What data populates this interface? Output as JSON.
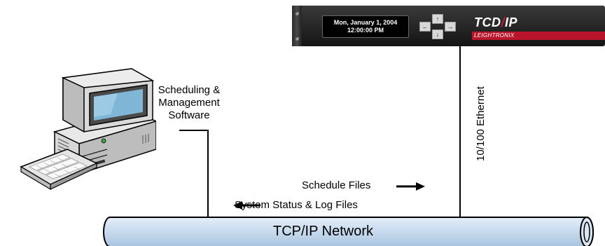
{
  "device": {
    "lcd_line1": "Mon, January 1, 2004",
    "lcd_line2": "12:00:00 PM",
    "logo_main": "TCD",
    "logo_slash": "/",
    "logo_ip": "IP",
    "brand": "LEIGHTRONIX",
    "keys": {
      "up": "↑",
      "down": "↓",
      "left": "←",
      "right": "→"
    }
  },
  "computer": {
    "label_line1": "Scheduling &",
    "label_line2": "Management",
    "label_line3": "Software"
  },
  "ethernet_label": "10/100 Ethernet",
  "schedule_files": "Schedule Files",
  "status_files": "System Status & Log Files",
  "network_label": "TCP/IP Network",
  "colors": {
    "pipe_fill": "#c9dcef",
    "pipe_stroke": "#000000",
    "brand_red": "#b8142a",
    "device_body": "#1e1e1e"
  }
}
